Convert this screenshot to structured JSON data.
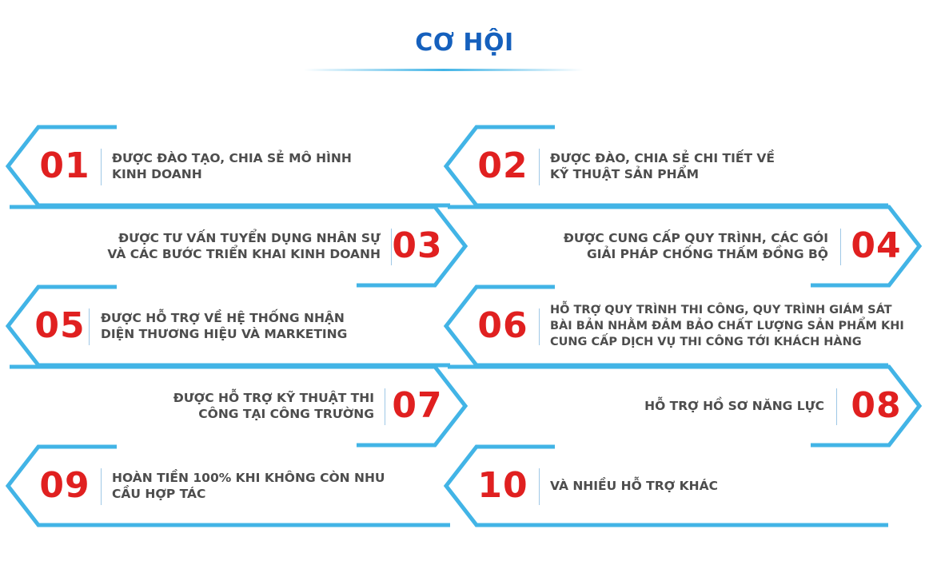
{
  "title": "CƠ HỘI",
  "colors": {
    "title": "#1560bd",
    "number": "#e02020",
    "text": "#4d4d4d",
    "frame": "#42b4e6"
  },
  "items": [
    {
      "number": "01",
      "text": "ĐƯỢC ĐÀO TẠO, CHIA SẺ MÔ HÌNH KINH DOANH"
    },
    {
      "number": "02",
      "text": "ĐƯỢC ĐÀO, CHIA SẺ CHI TIẾT VỀ KỸ THUẬT SẢN PHẨM"
    },
    {
      "number": "03",
      "text": "ĐƯỢC TƯ VẤN TUYỂN DỤNG NHÂN SỰ VÀ CÁC BƯỚC TRIỂN KHAI KINH DOANH"
    },
    {
      "number": "04",
      "text": "ĐƯỢC CUNG CẤP QUY TRÌNH, CÁC GÓI GIẢI PHÁP CHỐNG THẤM ĐỒNG BỘ"
    },
    {
      "number": "05",
      "text": "ĐƯỢC HỖ TRỢ VỀ HỆ THỐNG NHẬN DIỆN THƯƠNG HIỆU VÀ MARKETING"
    },
    {
      "number": "06",
      "text": "HỖ TRỢ QUY TRÌNH THI CÔNG, QUY TRÌNH GIÁM SÁT BÀI BẢN NHẰM ĐẢM BẢO CHẤT LƯỢNG SẢN PHẨM KHI CUNG CẤP DỊCH VỤ THI CÔNG TỚI KHÁCH HÀNG"
    },
    {
      "number": "07",
      "text": "ĐƯỢC HỖ TRỢ KỸ THUẬT THI CÔNG TẠI CÔNG TRƯỜNG"
    },
    {
      "number": "08",
      "text": "HỖ TRỢ HỒ SƠ NĂNG LỰC"
    },
    {
      "number": "09",
      "text": "HOÀN TIỀN 100% KHI KHÔNG CÒN NHU CẦU HỢP TÁC"
    },
    {
      "number": "10",
      "text": "VÀ NHIỀU HỖ TRỢ KHÁC"
    }
  ]
}
